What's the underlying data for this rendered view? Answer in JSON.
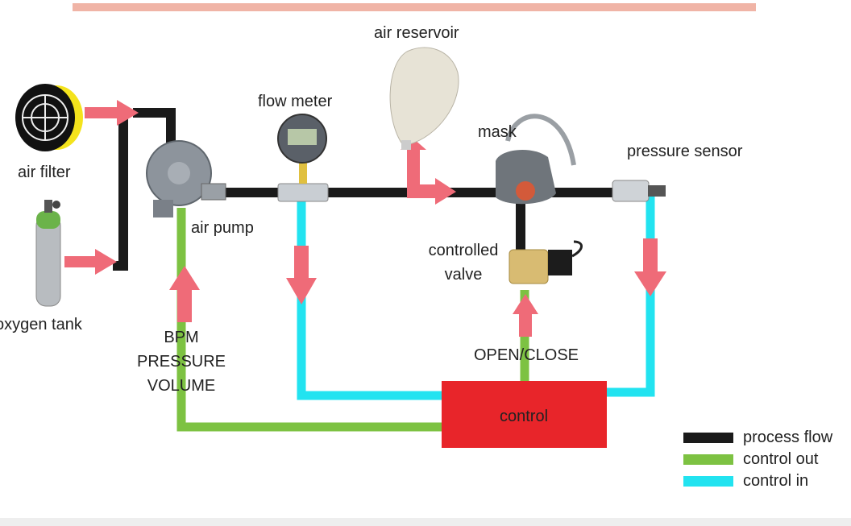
{
  "colors": {
    "process_flow": "#1a1a1a",
    "control_out": "#7dc242",
    "control_in": "#22e3f0",
    "arrow": "#ef6b78",
    "control_box": "#e8252a",
    "top_bar": "#f0b4a6"
  },
  "components": {
    "air_reservoir": "air reservoir",
    "flow_meter": "flow meter",
    "mask": "mask",
    "pressure_sensor": "pressure sensor",
    "air_filter": "air filter",
    "air_pump": "air pump",
    "controlled_valve_line1": "controlled",
    "controlled_valve_line2": "valve",
    "oxygen_tank": "oxygen tank",
    "control": "control"
  },
  "signals": {
    "pump_line1": "BPM",
    "pump_line2": "PRESSURE",
    "pump_line3": "VOLUME",
    "valve": "OPEN/CLOSE"
  },
  "legend": [
    {
      "label": "process flow",
      "color": "#1a1a1a"
    },
    {
      "label": "control out",
      "color": "#7dc242"
    },
    {
      "label": "control in",
      "color": "#22e3f0"
    }
  ]
}
